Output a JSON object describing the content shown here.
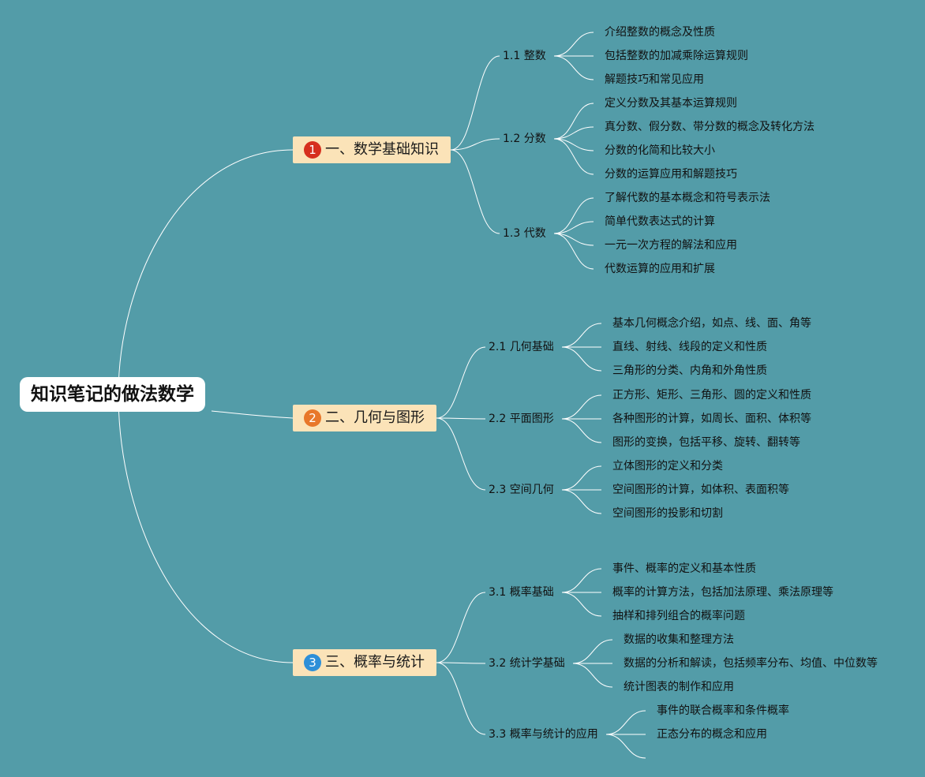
{
  "root": {
    "label": "知识笔记的做法数学"
  },
  "colors": {
    "background": "#539CA8",
    "branch_fill": "#FBE3B8",
    "line": "#ffffff",
    "badge_1": "#D62F1E",
    "badge_2": "#E8772A",
    "badge_3": "#2E8FD8"
  },
  "branches": [
    {
      "badge": "1",
      "label": "一、数学基础知识",
      "subs": [
        {
          "label": "1.1 整数",
          "leaves": [
            "介绍整数的概念及性质",
            "包括整数的加减乘除运算规则",
            "解题技巧和常见应用"
          ]
        },
        {
          "label": "1.2 分数",
          "leaves": [
            "定义分数及其基本运算规则",
            "真分数、假分数、带分数的概念及转化方法",
            "分数的化简和比较大小",
            "分数的运算应用和解题技巧"
          ]
        },
        {
          "label": "1.3 代数",
          "leaves": [
            "了解代数的基本概念和符号表示法",
            "简单代数表达式的计算",
            "一元一次方程的解法和应用",
            "代数运算的应用和扩展"
          ]
        }
      ]
    },
    {
      "badge": "2",
      "label": "二、几何与图形",
      "subs": [
        {
          "label": "2.1 几何基础",
          "leaves": [
            "基本几何概念介绍，如点、线、面、角等",
            "直线、射线、线段的定义和性质",
            "三角形的分类、内角和外角性质"
          ]
        },
        {
          "label": "2.2 平面图形",
          "leaves": [
            "正方形、矩形、三角形、圆的定义和性质",
            "各种图形的计算，如周长、面积、体积等",
            "图形的变换，包括平移、旋转、翻转等"
          ]
        },
        {
          "label": "2.3 空间几何",
          "leaves": [
            "立体图形的定义和分类",
            "空间图形的计算，如体积、表面积等",
            "空间图形的投影和切割"
          ]
        }
      ]
    },
    {
      "badge": "3",
      "label": "三、概率与统计",
      "subs": [
        {
          "label": "3.1 概率基础",
          "leaves": [
            "事件、概率的定义和基本性质",
            "概率的计算方法，包括加法原理、乘法原理等",
            "抽样和排列组合的概率问题"
          ]
        },
        {
          "label": "3.2 统计学基础",
          "leaves": [
            "数据的收集和整理方法",
            "数据的分析和解读，包括频率分布、均值、中位数等",
            "统计图表的制作和应用"
          ]
        },
        {
          "label": "3.3 概率与统计的应用",
          "leaves": [
            "事件的联合概率和条件概率",
            "正态分布的概念和应用",
            ""
          ]
        }
      ]
    }
  ]
}
